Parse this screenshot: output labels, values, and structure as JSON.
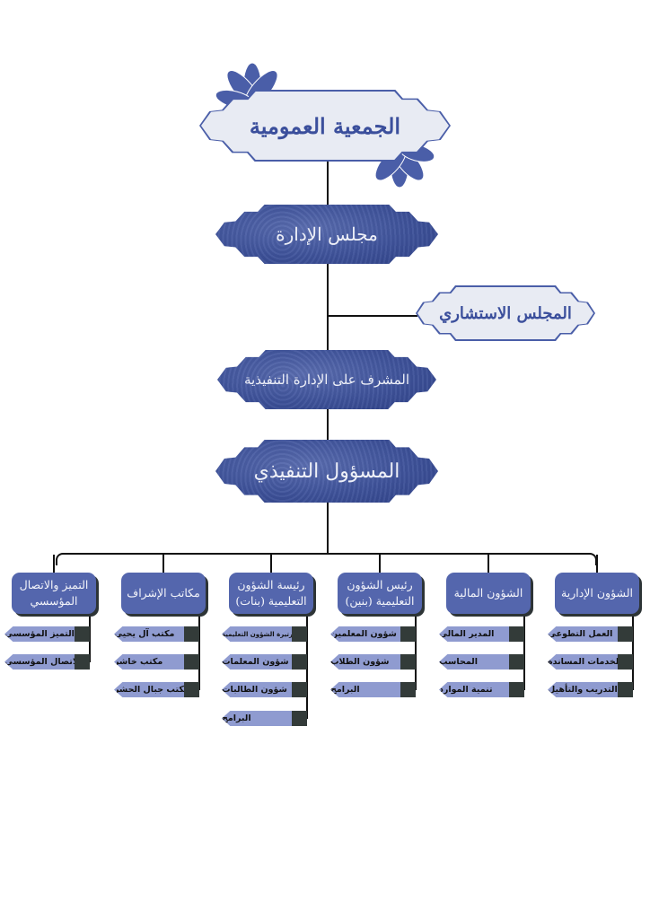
{
  "top": {
    "general_assembly": "الجمعية العمومية",
    "board": "مجلس الإدارة",
    "advisory_council": "المجلس الاستشاري",
    "executive_supervisor": "المشرف على الإدارة التنفيذية",
    "executive_director": "المسؤول التنفيذي"
  },
  "colors": {
    "header": "#5466ad",
    "item": "#8f9bd0",
    "square": "#333b39",
    "frame": "#3e529a"
  },
  "departments": [
    {
      "title": "الشؤون الإدارية",
      "items": [
        "العمل التطوعي",
        "الخدمات المساندة",
        "التدريب والتأهيل"
      ]
    },
    {
      "title": "الشؤون المالية",
      "items": [
        "المدير المالي",
        "المحاسب",
        "تنمية الموارد"
      ]
    },
    {
      "title": "رئيس الشؤون التعليمية (بنين)",
      "items": [
        "شؤون المعلمين",
        "شؤون الطلاب",
        "البرامج"
      ]
    },
    {
      "title": "رئيسة الشؤون التعليمية (بنات)",
      "items": [
        "سكرتيرة الشؤون التعليمية",
        "شؤون المعلمات",
        "شؤون الطالبات",
        "البرامج"
      ]
    },
    {
      "title": "مكاتب الإشراف",
      "items": [
        "مكتب آل يحيى",
        "مكتب خاشر",
        "مكتب جبال الحشر"
      ]
    },
    {
      "title": "التميز والاتصال المؤسسي",
      "items": [
        "التميز المؤسسي",
        "الاتصال المؤسسي"
      ]
    }
  ]
}
